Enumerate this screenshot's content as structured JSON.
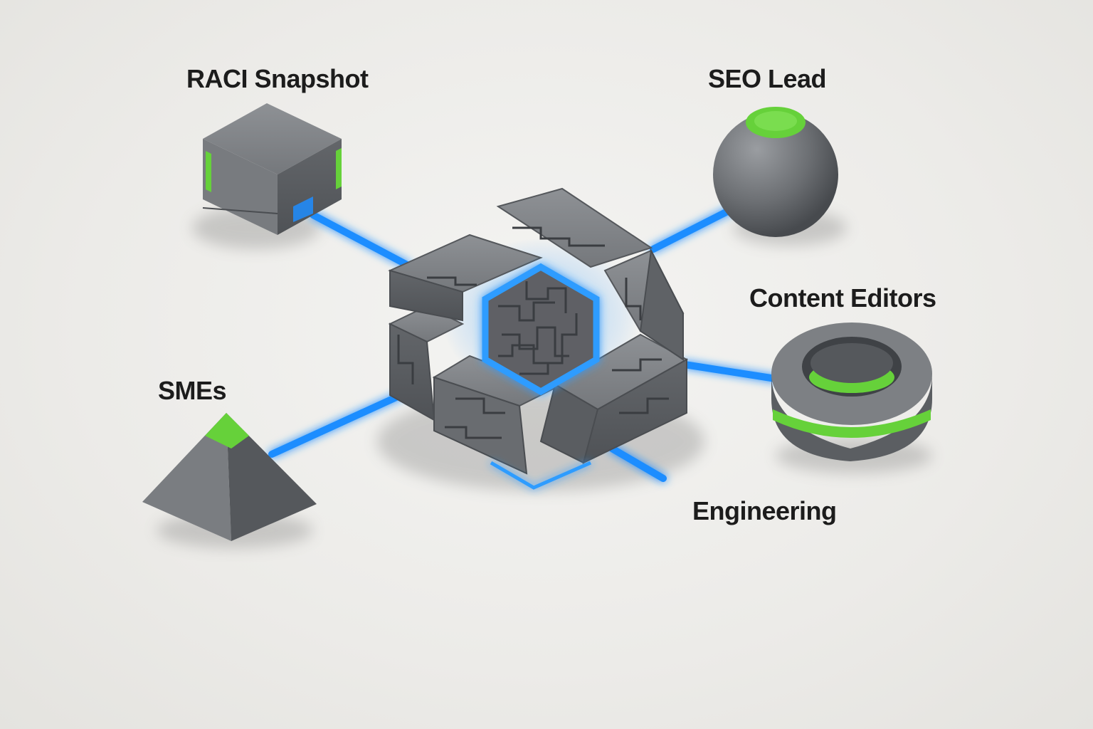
{
  "colors": {
    "background": "#ecebe8",
    "stone": "#6f7276",
    "stone_light": "#8a8d91",
    "stone_dark": "#4e5155",
    "accent_green": "#66d13a",
    "connector_blue": "#1e8dff",
    "glow_blue": "#5ab4ff",
    "label_text": "#1c1c1c"
  },
  "hub": {
    "icon": "hexagon-circuit-hub-icon"
  },
  "nodes": [
    {
      "id": "raci",
      "label": "RACI Snapshot",
      "shape": "cube-icon"
    },
    {
      "id": "seo",
      "label": "SEO Lead",
      "shape": "sphere-icon"
    },
    {
      "id": "content",
      "label": "Content Editors",
      "shape": "torus-icon"
    },
    {
      "id": "smes",
      "label": "SMEs",
      "shape": "pyramid-icon"
    },
    {
      "id": "eng",
      "label": "Engineering",
      "shape": "connector-only"
    }
  ]
}
